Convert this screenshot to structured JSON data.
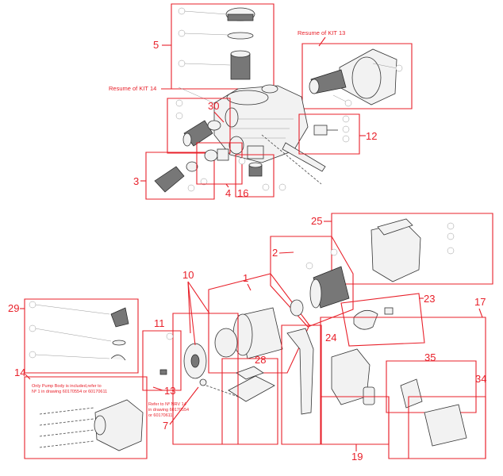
{
  "callouts": {
    "c1": "1",
    "c2": "2",
    "c3": "3",
    "c4": "4",
    "c5": "5",
    "c7": "7",
    "c10": "10",
    "c11": "11",
    "c12": "12",
    "c13": "13",
    "c14": "14",
    "c16": "16",
    "c17": "17",
    "c19": "19",
    "c23": "23",
    "c24": "24",
    "c25": "25",
    "c28": "28",
    "c29": "29",
    "c30": "30",
    "c34": "34",
    "c35": "35"
  },
  "notes": {
    "kit13": "Resume of KIT 13",
    "kit14": "Resume of KIT 14",
    "pump_body_1": "Only Pump Body is included,refer to",
    "pump_body_2": "Nº 1 in drawing 60170554 or 60170611",
    "refer_1": "Refer to Nº  NRV  14",
    "refer_2": "in drawing 60170554",
    "refer_3": "or 60170611"
  },
  "colors": {
    "accent": "#e8202a",
    "line": "#333333"
  }
}
